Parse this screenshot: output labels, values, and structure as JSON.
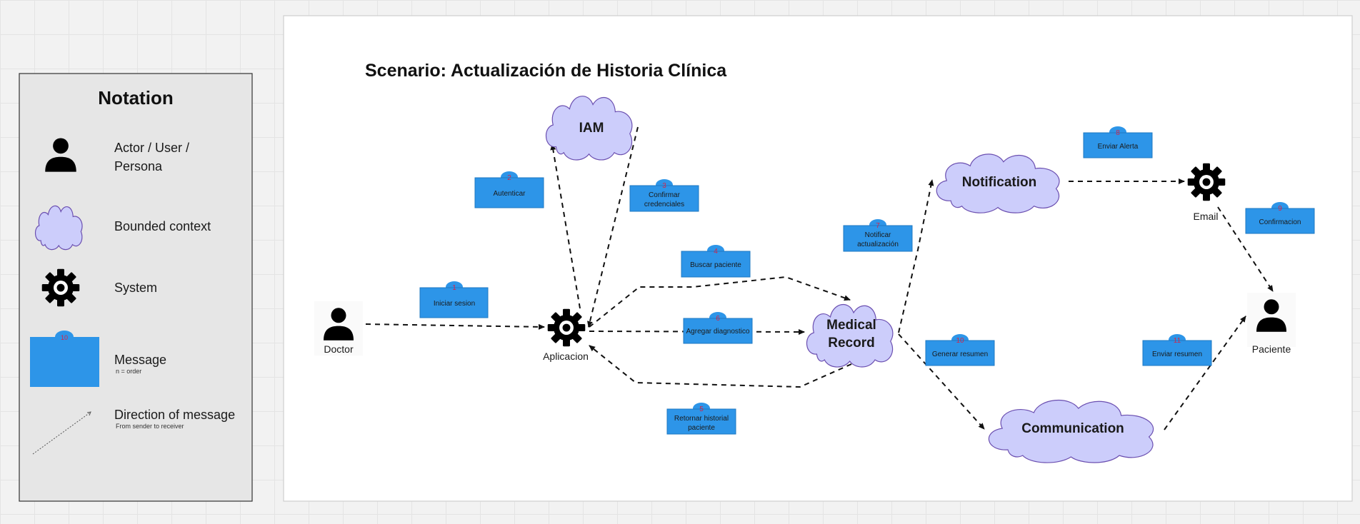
{
  "legend": {
    "title": "Notation",
    "items": [
      {
        "label": "Actor / User /",
        "label2": "Persona"
      },
      {
        "label": "Bounded context"
      },
      {
        "label": "System"
      },
      {
        "label": "Message",
        "sub": "n = order",
        "badge": "10"
      },
      {
        "label": "Direction of message",
        "sub": "From sender to receiver"
      }
    ]
  },
  "diagram": {
    "title": "Scenario: Actualización de Historia Clínica",
    "actors": {
      "doctor": "Doctor",
      "paciente": "Paciente"
    },
    "systems": {
      "aplicacion": "Aplicacion",
      "email": "Email"
    },
    "contexts": {
      "iam": "IAM",
      "medical_record_1": "Medical",
      "medical_record_2": "Record",
      "notification": "Notification",
      "communication": "Communication"
    },
    "messages": [
      {
        "num": "1",
        "text1": "Iniciar sesion",
        "text2": ""
      },
      {
        "num": "2",
        "text1": "Autenticar",
        "text2": ""
      },
      {
        "num": "3",
        "text1": "Confirmar",
        "text2": "credenciales"
      },
      {
        "num": "4",
        "text1": "Buscar paciente",
        "text2": ""
      },
      {
        "num": "5",
        "text1": "Retornar historial",
        "text2": "paciente"
      },
      {
        "num": "6",
        "text1": "Agregar diagnostico",
        "text2": ""
      },
      {
        "num": "7",
        "text1": "Notificar",
        "text2": "actualización"
      },
      {
        "num": "8",
        "text1": "Enviar Alerta",
        "text2": ""
      },
      {
        "num": "9",
        "text1": "Confirmacion",
        "text2": ""
      },
      {
        "num": "10",
        "text1": "Generar resumen",
        "text2": ""
      },
      {
        "num": "11",
        "text1": "Enviar resumen",
        "text2": ""
      }
    ]
  },
  "icons": [
    "person-icon",
    "cloud-icon",
    "gear-icon",
    "message-icon",
    "arrow-icon"
  ],
  "colors": {
    "message_fill": "#2d95e8",
    "context_fill": "#cccdfb",
    "context_stroke": "#6b4fb0",
    "message_number": "#d4244a",
    "canvas": "#ffffff",
    "legend_fill": "#e6e6e6"
  }
}
